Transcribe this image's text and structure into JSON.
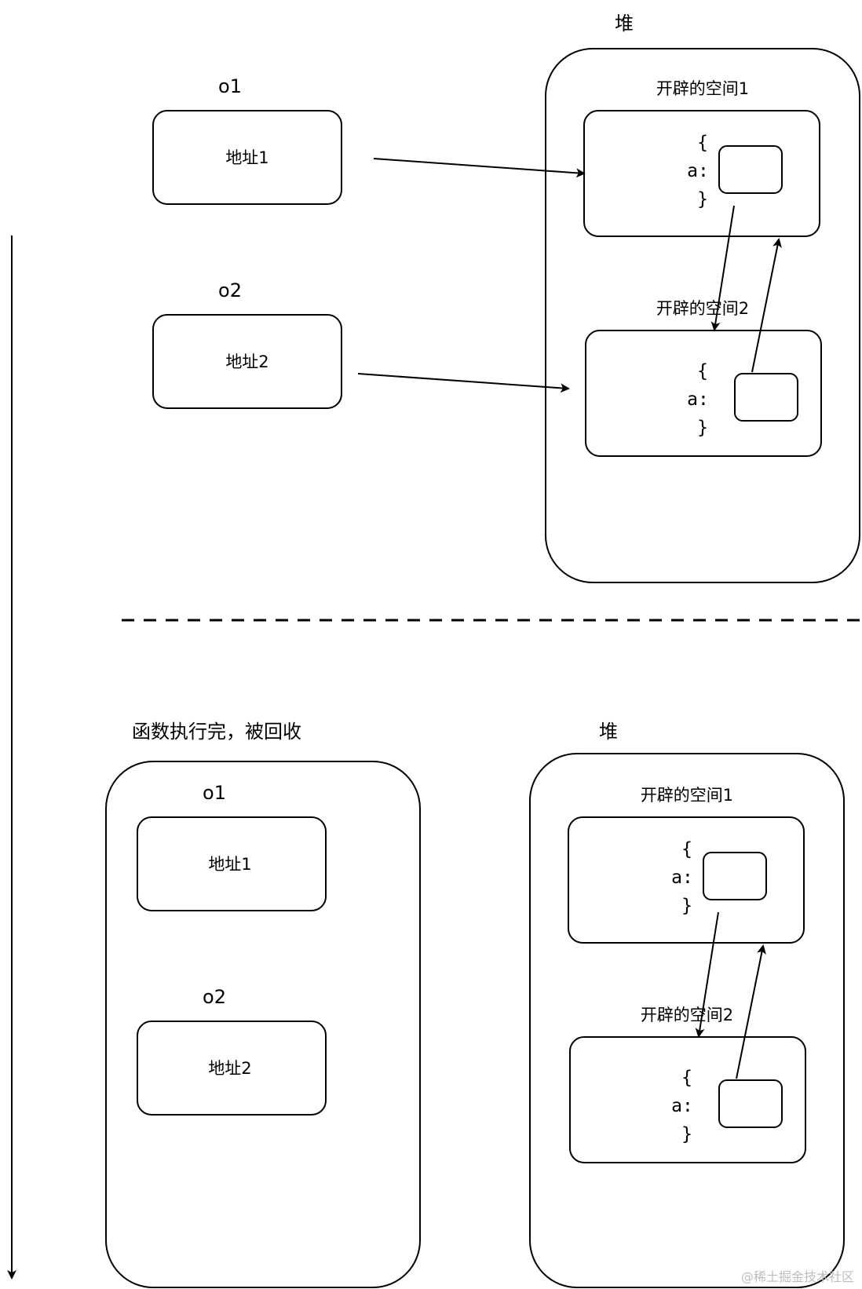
{
  "top": {
    "heap_label": "堆",
    "o1_label": "o1",
    "o1_value": "地址1",
    "o2_label": "o2",
    "o2_value": "地址2",
    "space1_label": "开辟的空间1",
    "space2_label": "开辟的空间2",
    "obj1": {
      "open": "{",
      "key": "a:",
      "close": "}"
    },
    "obj2": {
      "open": "{",
      "key": "a:",
      "close": "}"
    }
  },
  "bottom": {
    "stack_label": "函数执行完，被回收",
    "heap_label": "堆",
    "o1_label": "o1",
    "o1_value": "地址1",
    "o2_label": "o2",
    "o2_value": "地址2",
    "space1_label": "开辟的空间1",
    "space2_label": "开辟的空间2",
    "obj1": {
      "open": "{",
      "key": "a:",
      "close": "}"
    },
    "obj2": {
      "open": "{",
      "key": "a:",
      "close": "}"
    }
  },
  "watermark": "@稀土掘金技术社区",
  "colors": {
    "stroke": "#000000",
    "background": "#ffffff",
    "watermark": "#bdbdbd"
  }
}
